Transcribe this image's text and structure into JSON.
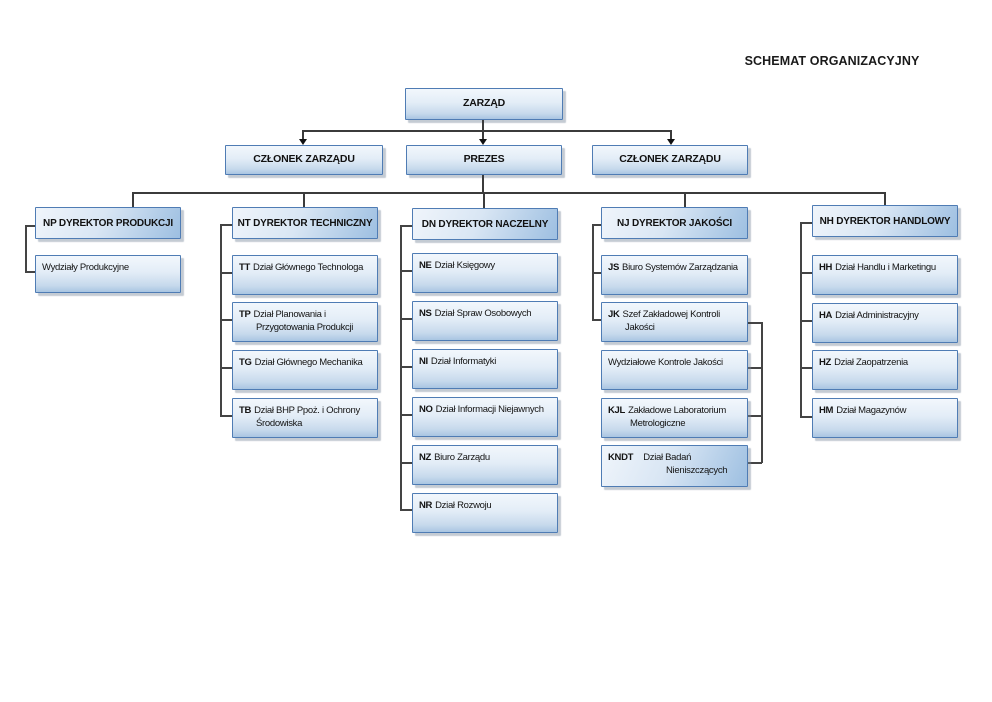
{
  "title": "SCHEMAT ORGANIZACYJNY",
  "colors": {
    "box_border": "#4f7cb4",
    "box_fill_light": "#f2f7fc",
    "box_fill_dark": "#a9c5e2",
    "connector": "#3b3b3b",
    "text": "#111111"
  },
  "board": {
    "label": "ZARZĄD"
  },
  "level2": [
    {
      "label": "CZŁONEK ZARZĄDU"
    },
    {
      "label": "PREZES"
    },
    {
      "label": "CZŁONEK ZARZĄDU"
    }
  ],
  "columns": [
    {
      "header": "NP  DYREKTOR PRODUKCJI",
      "children": [
        {
          "code": "",
          "text": "Wydziały Produkcyjne"
        }
      ]
    },
    {
      "header": "NT  DYREKTOR  TECHNICZNY",
      "children": [
        {
          "code": "TT",
          "text": "Dział Głównego Technologa"
        },
        {
          "code": "TP",
          "text": "Dział Planowania i Przygotowania Produkcji"
        },
        {
          "code": "TG",
          "text": "Dział Głównego Mechanika"
        },
        {
          "code": "TB",
          "text": "Dział BHP Ppoż. i Ochrony Środowiska"
        }
      ]
    },
    {
      "header": "DN  DYREKTOR NACZELNY",
      "children": [
        {
          "code": "NE",
          "text": "Dział Księgowy"
        },
        {
          "code": "NS",
          "text": "Dział Spraw Osobowych"
        },
        {
          "code": "NI",
          "text": "Dział Informatyki"
        },
        {
          "code": "NO",
          "text": "Dział Informacji Niejawnych"
        },
        {
          "code": "NZ",
          "text": "Biuro Zarządu"
        },
        {
          "code": "NR",
          "text": "Dział Rozwoju"
        }
      ]
    },
    {
      "header": "NJ DYREKTOR JAKOŚCI",
      "children": [
        {
          "code": "JS",
          "text": "Biuro Systemów Zarządzania"
        },
        {
          "code": "JK",
          "text": "Szef Zakładowej Kontroli Jakości"
        },
        {
          "code": "",
          "text": "Wydziałowe Kontrole Jakości"
        },
        {
          "code": "KJL",
          "text": "Zakładowe Laboratorium Metrologiczne"
        },
        {
          "code": "KNDT",
          "text": "Dział Badań Nieniszczących"
        }
      ]
    },
    {
      "header": "NH DYREKTOR HANDLOWY",
      "children": [
        {
          "code": "HH",
          "text": "Dział Handlu i Marketingu"
        },
        {
          "code": "HA",
          "text": "Dział Administracyjny"
        },
        {
          "code": "HZ",
          "text": "Dział Zaopatrzenia"
        },
        {
          "code": "HM",
          "text": "Dział Magazynów"
        }
      ]
    }
  ]
}
